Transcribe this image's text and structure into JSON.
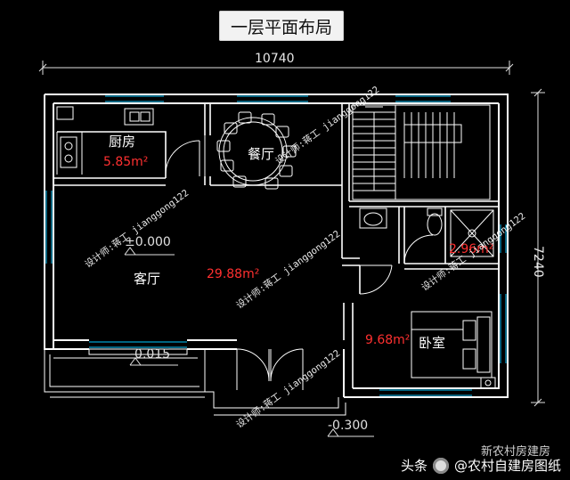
{
  "title": "一层平面布局",
  "dimensions": {
    "width": "10740",
    "height": "7240"
  },
  "rooms": {
    "kitchen": {
      "name": "厨房",
      "area": "5.85m²"
    },
    "dining": {
      "name": "餐厅"
    },
    "living": {
      "name": "客厅",
      "area": "29.88m²"
    },
    "bathroom": {
      "area": "2.96m²"
    },
    "bedroom": {
      "name": "卧室",
      "area": "9.68m²"
    }
  },
  "levels": {
    "floor": "±0.000",
    "porch": "-0.015",
    "outside": "-0.300"
  },
  "watermark": "设计师:蒋工 jianggong122",
  "footer": {
    "platform": "头条",
    "account": "@农村自建房图纸",
    "account_overlay": "新农村房建房"
  },
  "colors": {
    "wall": "#ffffff",
    "window": "#00c8ff",
    "fixture": "#ffffff",
    "area_text": "#ff3030",
    "background": "#000000"
  }
}
